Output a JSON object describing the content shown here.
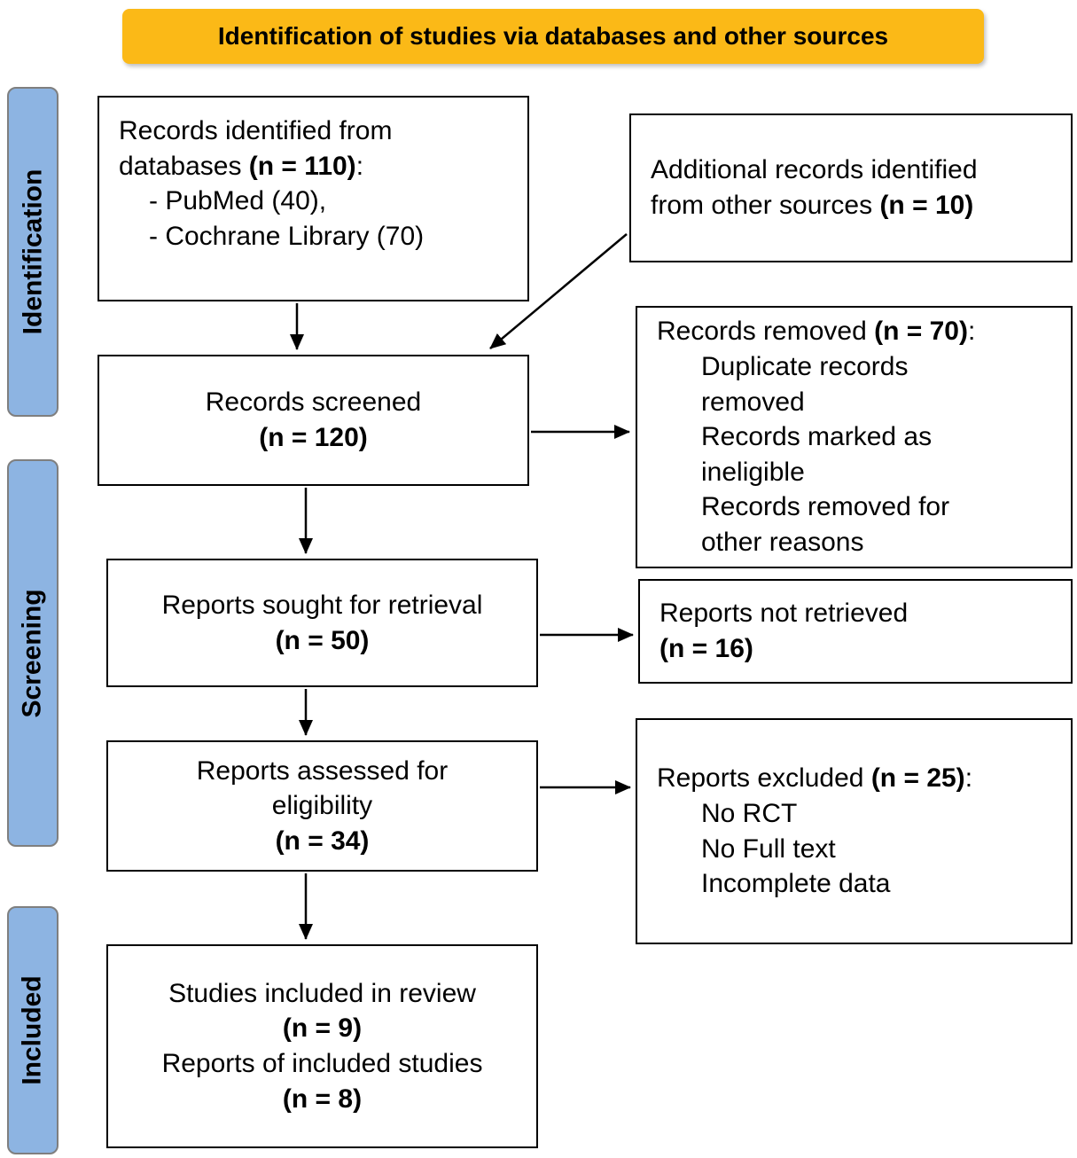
{
  "colors": {
    "banner-bg": "#FBB917",
    "stage-bg": "#8DB4E2"
  },
  "banner": {
    "label": "Identification of studies via databases and other sources"
  },
  "stages": {
    "identification": "Identification",
    "screening": "Screening",
    "included": "Included"
  },
  "boxes": {
    "records_identified": {
      "line1": "Records identified from",
      "line2_pre": "databases ",
      "line2_n": "(n = 110)",
      "line2_post": ":",
      "item1": "- PubMed (40),",
      "item2": "- Cochrane Library (70)"
    },
    "other_sources": {
      "line1": "Additional records identified",
      "line2_pre": "from other sources ",
      "line2_n": "(n = 10)"
    },
    "records_screened": {
      "line1": "Records screened",
      "n": "(n = 120)"
    },
    "records_removed": {
      "title_pre": "Records removed ",
      "title_n": "(n = 70)",
      "title_post": ":",
      "lines": [
        "Duplicate records",
        "removed",
        "Records marked as",
        "ineligible",
        "Records removed for",
        "other reasons"
      ]
    },
    "reports_sought": {
      "line1": "Reports sought for retrieval",
      "n": "(n = 50)"
    },
    "reports_not_retrieved": {
      "line1": "Reports not retrieved",
      "n": "(n = 16)"
    },
    "reports_assessed": {
      "line1": "Reports assessed for",
      "line2": "eligibility",
      "n": "(n = 34)"
    },
    "reports_excluded": {
      "title_pre": "Reports excluded ",
      "title_n": "(n = 25)",
      "title_post": ":",
      "lines": [
        "No RCT",
        "No Full text",
        "Incomplete data"
      ]
    },
    "studies_included": {
      "line1": "Studies included in review",
      "n1": "(n = 9)",
      "line2": "Reports of included studies",
      "n2": "(n = 8)"
    }
  }
}
